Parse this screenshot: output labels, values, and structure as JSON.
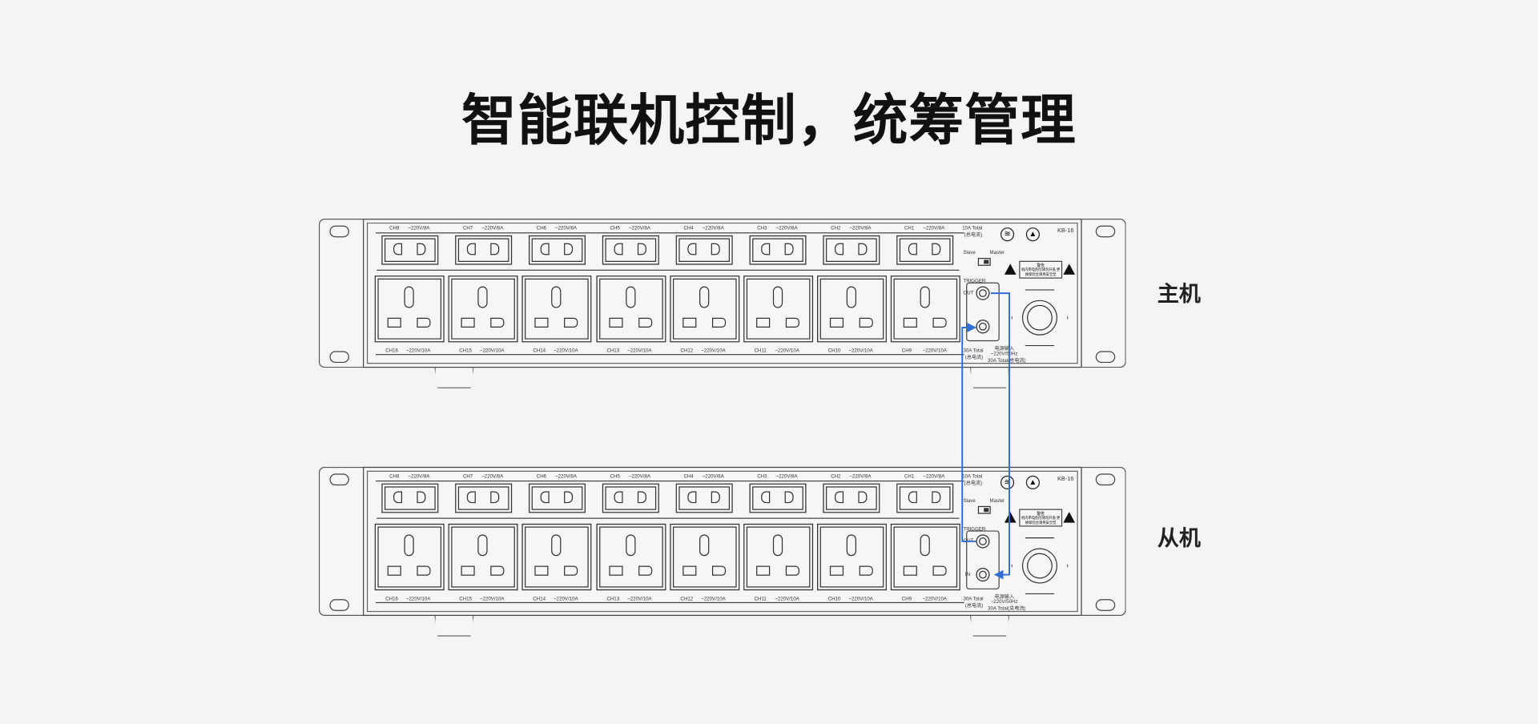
{
  "title": "智能联机控制，统筹管理",
  "roles": {
    "master": "主机",
    "slave": "从机"
  },
  "device": {
    "model": "KB-16",
    "top_channels": [
      {
        "ch": "CH8",
        "rating": "~220V/8A"
      },
      {
        "ch": "CH7",
        "rating": "~220V/8A"
      },
      {
        "ch": "CH6",
        "rating": "~220V/8A"
      },
      {
        "ch": "CH5",
        "rating": "~220V/8A"
      },
      {
        "ch": "CH4",
        "rating": "~220V/8A"
      },
      {
        "ch": "CH3",
        "rating": "~220V/8A"
      },
      {
        "ch": "CH2",
        "rating": "~220V/8A"
      },
      {
        "ch": "CH1",
        "rating": "~220V/8A"
      }
    ],
    "bottom_channels": [
      {
        "ch": "CH16",
        "rating": "~220V/10A"
      },
      {
        "ch": "CH15",
        "rating": "~220V/10A"
      },
      {
        "ch": "CH14",
        "rating": "~220V/10A"
      },
      {
        "ch": "CH13",
        "rating": "~220V/10A"
      },
      {
        "ch": "CH12",
        "rating": "~220V/10A"
      },
      {
        "ch": "CH11",
        "rating": "~220V/10A"
      },
      {
        "ch": "CH10",
        "rating": "~220V/10A"
      },
      {
        "ch": "CH9",
        "rating": "~220V/10A"
      }
    ],
    "top_total": "10A Total",
    "top_total_sub": "(总电流)",
    "bottom_total": "30A Total",
    "bottom_total_sub": "(总电流)",
    "slave_label": "Slave",
    "master_label": "Master",
    "warning_title": "警告",
    "warning_text": "机内带电危险请勿开盖 更换保险丝请用安全型",
    "trigger": "TRIGGER",
    "out": "OUT",
    "in": "IN",
    "power_in": "电源输入",
    "power_spec": "~220V/50Hz",
    "power_total": "30A Total(总电流)"
  },
  "link_color": "#2f6fd6"
}
